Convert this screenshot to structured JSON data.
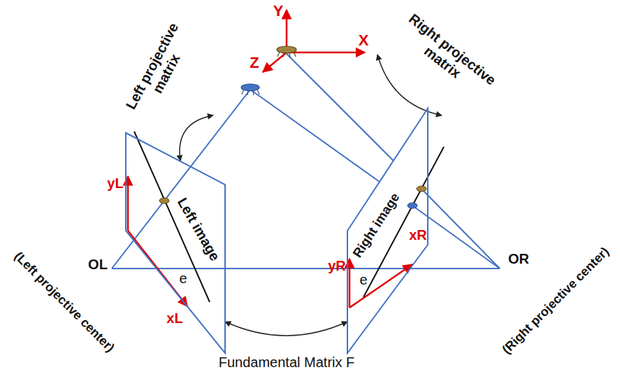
{
  "diagram": {
    "nodes": [
      {
        "text": [
          "Left image"
        ]
      },
      {
        "text": [
          "Right image"
        ]
      }
    ],
    "edges": [
      {
        "from": 0,
        "to": 1,
        "arrow": "both",
        "label": "Fundamental Matrix F"
      }
    ],
    "labels": [
      "Y",
      "X",
      "Z",
      "Left projective matrix",
      "Right projective matrix",
      "yL",
      "xL",
      "yR",
      "xR",
      "e",
      "e",
      "OL",
      "OR",
      "(Left projective center)",
      "(Right projective center)"
    ]
  }
}
